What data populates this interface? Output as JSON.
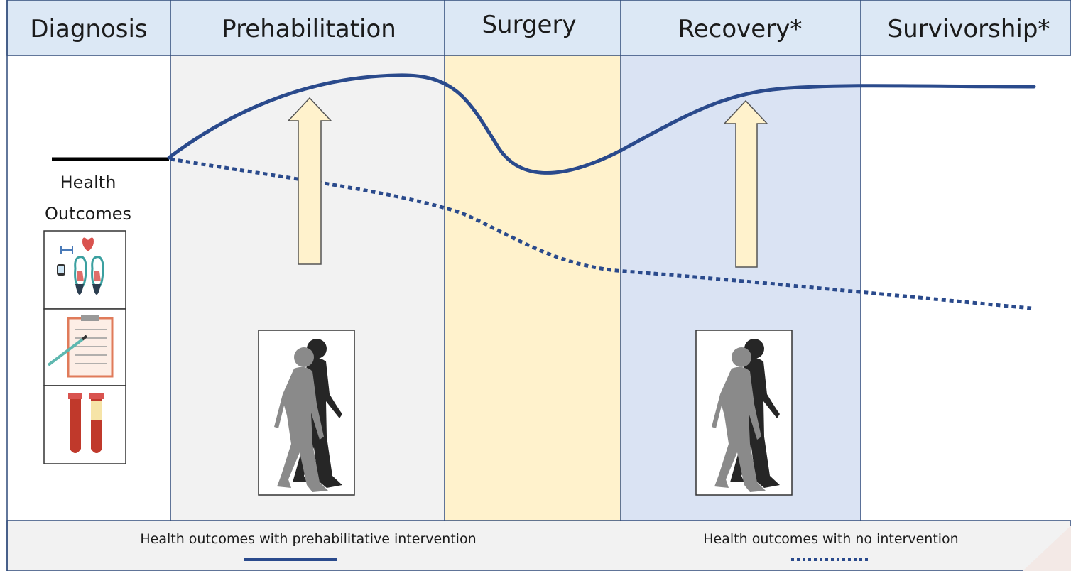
{
  "phases": [
    {
      "key": "diagnosis",
      "label": "Diagnosis"
    },
    {
      "key": "prehabilitation",
      "label": "Prehabilitation"
    },
    {
      "key": "surgery",
      "label": "Surgery"
    },
    {
      "key": "recovery",
      "label": "Recovery*"
    },
    {
      "key": "survivorship",
      "label": "Survivorship*"
    }
  ],
  "side_label": {
    "line1": "Health",
    "line2": "Outcomes"
  },
  "legend": {
    "intervention": "Health outcomes with prehabilitative intervention",
    "no_intervention": "Health outcomes with no intervention"
  },
  "colors": {
    "header_bg": "#dce8f5",
    "prehab_bg": "#f2f2f2",
    "surgery_bg": "#fff2cc",
    "recovery_bg": "#dae3f3",
    "divider": "#2f4a7a",
    "curve": "#2a4a8c",
    "arrow_fill": "#fff2cc",
    "baseline": "#000000"
  },
  "icons": [
    "exercise-icons",
    "clipboard-icon",
    "blood-tubes-icon",
    "walking-people-icon",
    "up-arrow-icon"
  ]
}
